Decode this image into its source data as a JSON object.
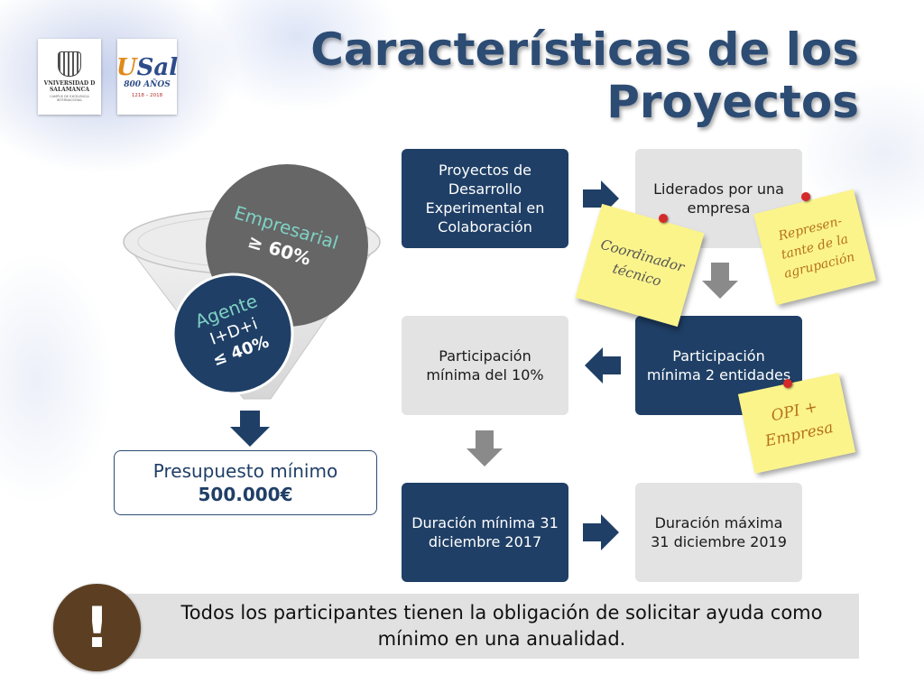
{
  "title": {
    "line1": "Características de los",
    "line2": "Proyectos"
  },
  "logos": {
    "usal": {
      "name": "VNIVERSIDAD D SALAMANCA",
      "tagline": "CAMPUS DE EXCELENCIA INTERNACIONAL"
    },
    "usal800": {
      "mark_a": "U",
      "mark_b": "Sal",
      "anos": "800 AÑOS",
      "years": "1218 – 2018"
    }
  },
  "funnel": {
    "upper_label_line1": "Empresarial",
    "upper_label_line2": "≥ 60%",
    "lower_label_line1": "Agente",
    "lower_label_line2": "I+D+i",
    "lower_label_line3": "≤ 40%"
  },
  "budget": {
    "line1": "Presupuesto mínimo",
    "line2": "500.000€"
  },
  "boxes": {
    "proyectos": "Proyectos de Desarrollo Experimental en Colaboración",
    "liderados": "Liderados por una empresa",
    "participacion_2": "Participación mínima 2 entidades",
    "participacion_10": "Participación mínima del 10%",
    "duracion_min": "Duración mínima 31 diciembre 2017",
    "duracion_max": "Duración máxima 31 diciembre 2019"
  },
  "notes": {
    "coordinador": "Coordinador técnico",
    "representante": "Represen-tante de la agrupación",
    "opi": "OPI + Empresa"
  },
  "banner": {
    "icon": "!",
    "text": "Todos los participantes tienen la obligación de solicitar ayuda como mínimo en una anualidad."
  },
  "colors": {
    "dark_blue": "#1f3f66",
    "title_blue": "#2d4c74",
    "light_gray": "#e3e3e3",
    "arrow_gray": "#8a8a8a",
    "note_yellow": "#fbf48b",
    "pin_red": "#d42a2a",
    "exclamation_brown": "#5c3f22"
  }
}
